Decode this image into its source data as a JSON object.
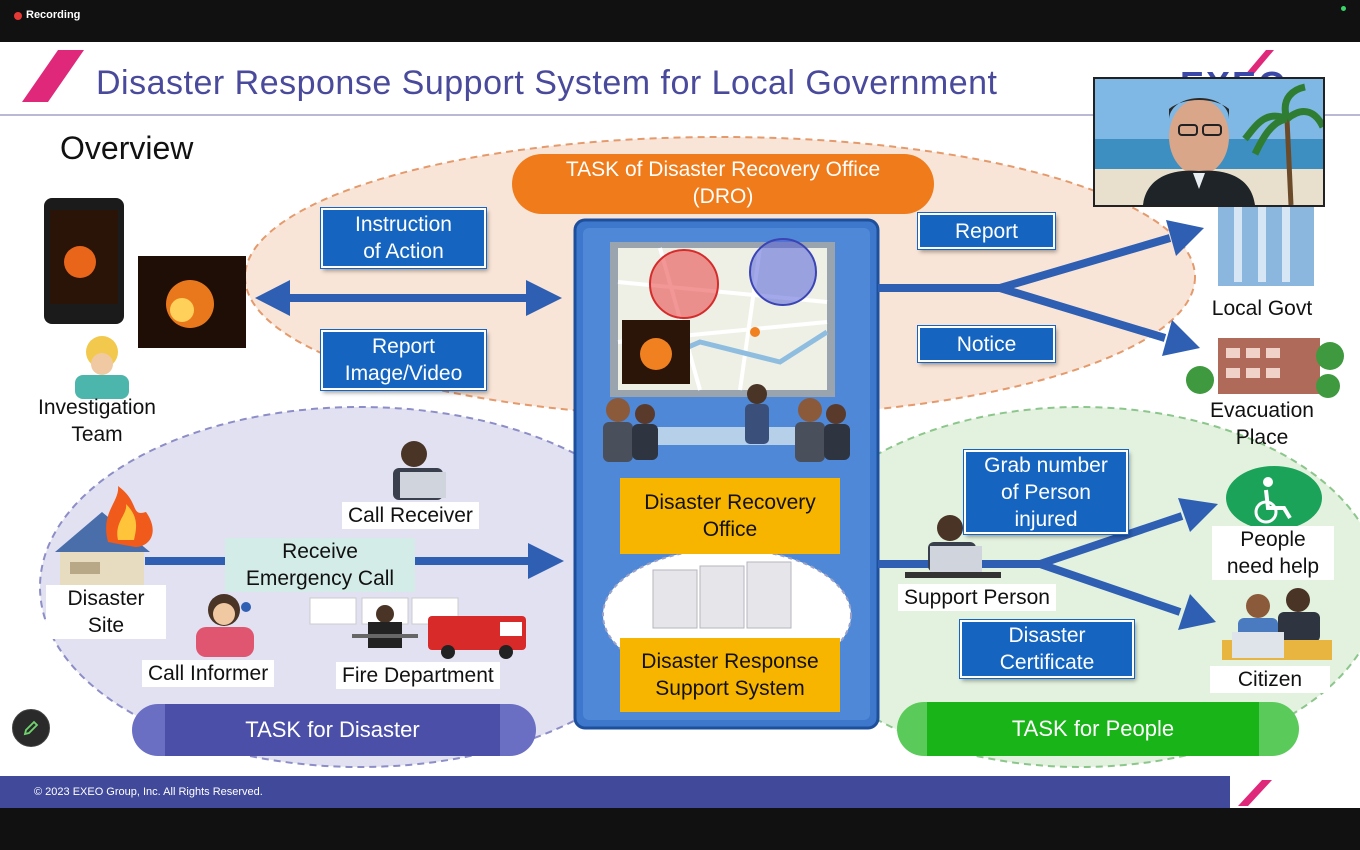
{
  "app": {
    "recording_label": "Recording"
  },
  "slide": {
    "title": "Disaster Response Support System for Local Government",
    "logo_text": "EXEO",
    "subtitle": "Overview",
    "copyright": "© 2023 EXEO Group, Inc. All Rights Reserved.",
    "dro_task_line1": "TASK of Disaster Recovery Office",
    "dro_task_line2": "(DRO)",
    "instruction_line1": "Instruction",
    "instruction_line2": "of Action",
    "report_image_line1": "Report",
    "report_image_line2": "Image/Video",
    "report_label": "Report",
    "notice_label": "Notice",
    "investigation_line1": "Investigation",
    "investigation_line2": "Team",
    "local_govt": "Local Govt",
    "evacuation_line1": "Evacuation",
    "evacuation_line2": "Place",
    "call_receiver": "Call Receiver",
    "receive_line1": "Receive",
    "receive_line2": "Emergency Call",
    "disaster_site_line1": "Disaster",
    "disaster_site_line2": "Site",
    "call_informer": "Call Informer",
    "fire_department": "Fire Department",
    "dro_line1": "Disaster Recovery",
    "dro_line2": "Office",
    "drss_line1": "Disaster Response",
    "drss_line2": "Support System",
    "grab_line1": "Grab number",
    "grab_line2": "of Person",
    "grab_line3": "injured",
    "people_line1": "People",
    "people_line2": "need help",
    "support_person": "Support Person",
    "certificate_line1": "Disaster",
    "certificate_line2": "Certificate",
    "citizen": "Citizen",
    "task_disaster": "TASK for Disaster",
    "task_people": "TASK for People"
  },
  "colors": {
    "title": "#4a4a9c",
    "button_blue": "#1565c0",
    "arrow_blue": "#2f5fb3",
    "dro_orange": "#f07b1a",
    "yellow": "#f7b500",
    "task_disaster_purple": "#4b4fa8",
    "task_people_green": "#18b418",
    "footer": "#414a9a",
    "accent_pink": "#e0287a"
  },
  "icons": {
    "edit": "pencil-icon",
    "recording": "record-dot-icon"
  }
}
